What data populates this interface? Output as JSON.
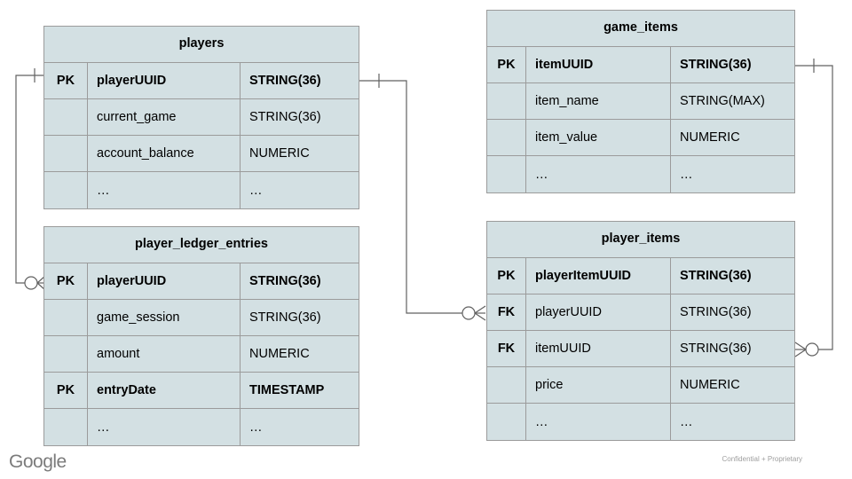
{
  "diagram": {
    "type": "entity-relationship-diagram",
    "colors": {
      "entity_fill": "#d3e0e3",
      "entity_border": "#9b9b9b",
      "connector": "#616161",
      "text": "#000000",
      "footer_text": "#9e9e9e",
      "logo_text": "#7b7b7b"
    },
    "columns": [
      "key",
      "name",
      "type"
    ],
    "entities": [
      {
        "id": "players",
        "title": "players",
        "side": "left",
        "rows": [
          {
            "key": "PK",
            "name": "playerUUID",
            "type": "STRING(36)",
            "emphasis": true
          },
          {
            "key": "",
            "name": "current_game",
            "type": "STRING(36)",
            "emphasis": false
          },
          {
            "key": "",
            "name": "account_balance",
            "type": "NUMERIC",
            "emphasis": false
          },
          {
            "key": "",
            "name": "…",
            "type": "…",
            "emphasis": false
          }
        ]
      },
      {
        "id": "player_ledger_entries",
        "title": "player_ledger_entries",
        "side": "left",
        "rows": [
          {
            "key": "PK",
            "name": "playerUUID",
            "type": "STRING(36)",
            "emphasis": true
          },
          {
            "key": "",
            "name": "game_session",
            "type": "STRING(36)",
            "emphasis": false
          },
          {
            "key": "",
            "name": "amount",
            "type": "NUMERIC",
            "emphasis": false
          },
          {
            "key": "PK",
            "name": "entryDate",
            "type": "TIMESTAMP",
            "emphasis": true
          },
          {
            "key": "",
            "name": "…",
            "type": "…",
            "emphasis": false
          }
        ]
      },
      {
        "id": "game_items",
        "title": "game_items",
        "side": "right",
        "rows": [
          {
            "key": "PK",
            "name": "itemUUID",
            "type": "STRING(36)",
            "emphasis": true
          },
          {
            "key": "",
            "name": "item_name",
            "type": "STRING(MAX)",
            "emphasis": false
          },
          {
            "key": "",
            "name": "item_value",
            "type": "NUMERIC",
            "emphasis": false
          },
          {
            "key": "",
            "name": "…",
            "type": "…",
            "emphasis": false
          }
        ]
      },
      {
        "id": "player_items",
        "title": "player_items",
        "side": "right",
        "rows": [
          {
            "key": "PK",
            "name": "playerItemUUID",
            "type": "STRING(36)",
            "emphasis": true
          },
          {
            "key": "FK",
            "name": "playerUUID",
            "type": "STRING(36)",
            "emphasis": false
          },
          {
            "key": "FK",
            "name": "itemUUID",
            "type": "STRING(36)",
            "emphasis": false
          },
          {
            "key": "",
            "name": "price",
            "type": "NUMERIC",
            "emphasis": false
          },
          {
            "key": "",
            "name": "…",
            "type": "…",
            "emphasis": false
          }
        ]
      }
    ],
    "relationships": [
      {
        "id": "players-to-player-ledger-entries",
        "from_entity": "players",
        "from_field": "playerUUID",
        "from_cardinality": "one",
        "to_entity": "player_ledger_entries",
        "to_field": "playerUUID",
        "to_cardinality": "zero-or-many"
      },
      {
        "id": "players-to-player-items",
        "from_entity": "players",
        "from_field": "playerUUID",
        "from_cardinality": "one",
        "to_entity": "player_items",
        "to_field": "playerUUID",
        "to_cardinality": "zero-or-many"
      },
      {
        "id": "game-items-to-player-items",
        "from_entity": "game_items",
        "from_field": "itemUUID",
        "from_cardinality": "one",
        "to_entity": "player_items",
        "to_field": "itemUUID",
        "to_cardinality": "zero-or-many"
      }
    ]
  },
  "footer": {
    "logo": "Google",
    "note": "Confidential + Proprietary"
  }
}
